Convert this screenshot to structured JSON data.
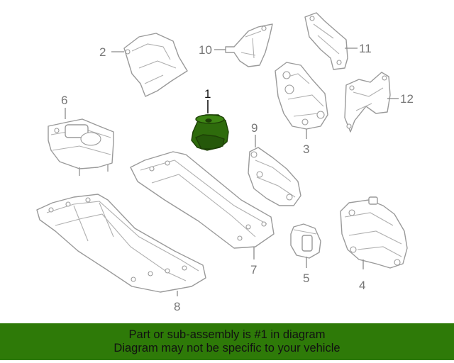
{
  "diagram": {
    "callouts": [
      "1",
      "2",
      "3",
      "4",
      "5",
      "6",
      "7",
      "8",
      "9",
      "10",
      "11",
      "12"
    ],
    "highlighted_callout": "1"
  },
  "colors": {
    "highlight_fill": "#2e6b0c",
    "highlight_dark": "#1d3f06",
    "banner_background": "#2e7a08",
    "line_art": "#9a9a9a"
  },
  "banner": {
    "line1": "Part or sub-assembly is #1 in diagram",
    "line2": "Diagram may not be specific to your vehicle"
  }
}
